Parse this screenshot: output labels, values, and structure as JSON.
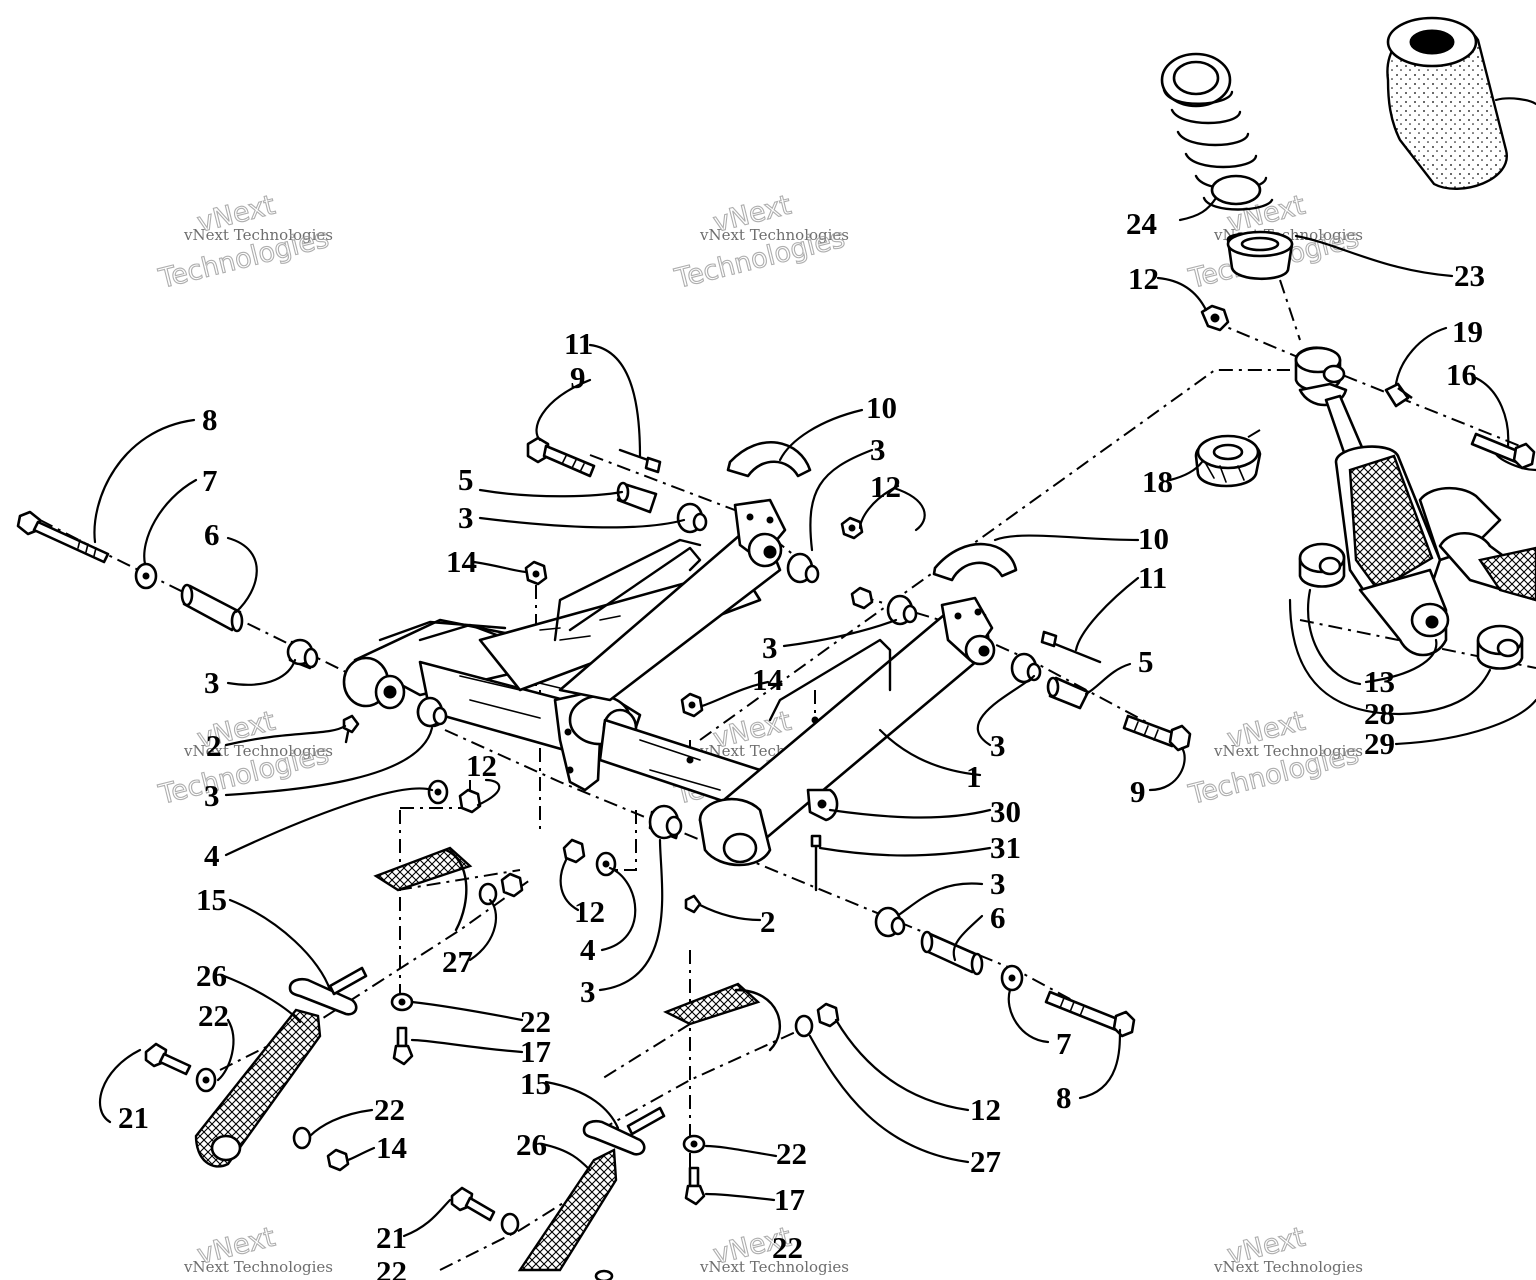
{
  "watermark": {
    "short": "vNext Technologies",
    "word_top": "vNext",
    "word_bottom": "Technologies"
  },
  "callouts": [
    "1",
    "2",
    "2",
    "3",
    "3",
    "3",
    "3",
    "3",
    "3",
    "3",
    "3",
    "3",
    "4",
    "4",
    "5",
    "5",
    "6",
    "6",
    "7",
    "7",
    "8",
    "8",
    "9",
    "9",
    "10",
    "10",
    "11",
    "11",
    "12",
    "12",
    "12",
    "12",
    "12",
    "12",
    "13",
    "14",
    "14",
    "14",
    "15",
    "15",
    "16",
    "17",
    "17",
    "18",
    "19",
    "21",
    "21",
    "22",
    "22",
    "22",
    "22",
    "22",
    "22",
    "23",
    "24",
    "26",
    "26",
    "27",
    "27",
    "28",
    "29",
    "30",
    "31"
  ]
}
